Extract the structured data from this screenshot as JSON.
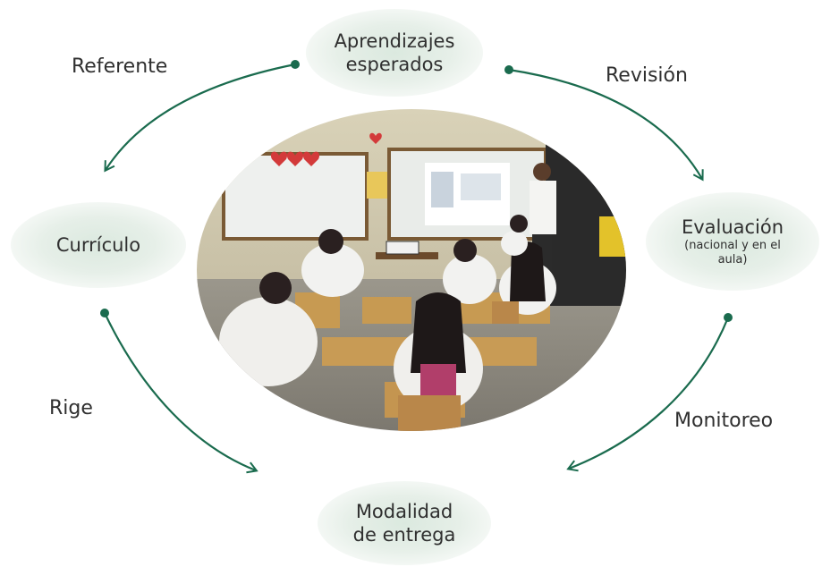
{
  "nodes": {
    "aprendizajes": {
      "line1": "Aprendizajes",
      "line2": "esperados"
    },
    "curriculo": {
      "label": "Currículo"
    },
    "evaluacion": {
      "label": "Evaluación",
      "detail_line1": "(nacional y en el",
      "detail_line2": "aula)"
    },
    "modalidad": {
      "line1": "Modalidad",
      "line2": "de entrega"
    }
  },
  "edges": {
    "referente": "Referente",
    "revision": "Revisión",
    "rige": "Rige",
    "monitoreo": "Monitoreo"
  },
  "colors": {
    "arrow": "#1a6b4e",
    "node_fill": "#dbe9df"
  }
}
